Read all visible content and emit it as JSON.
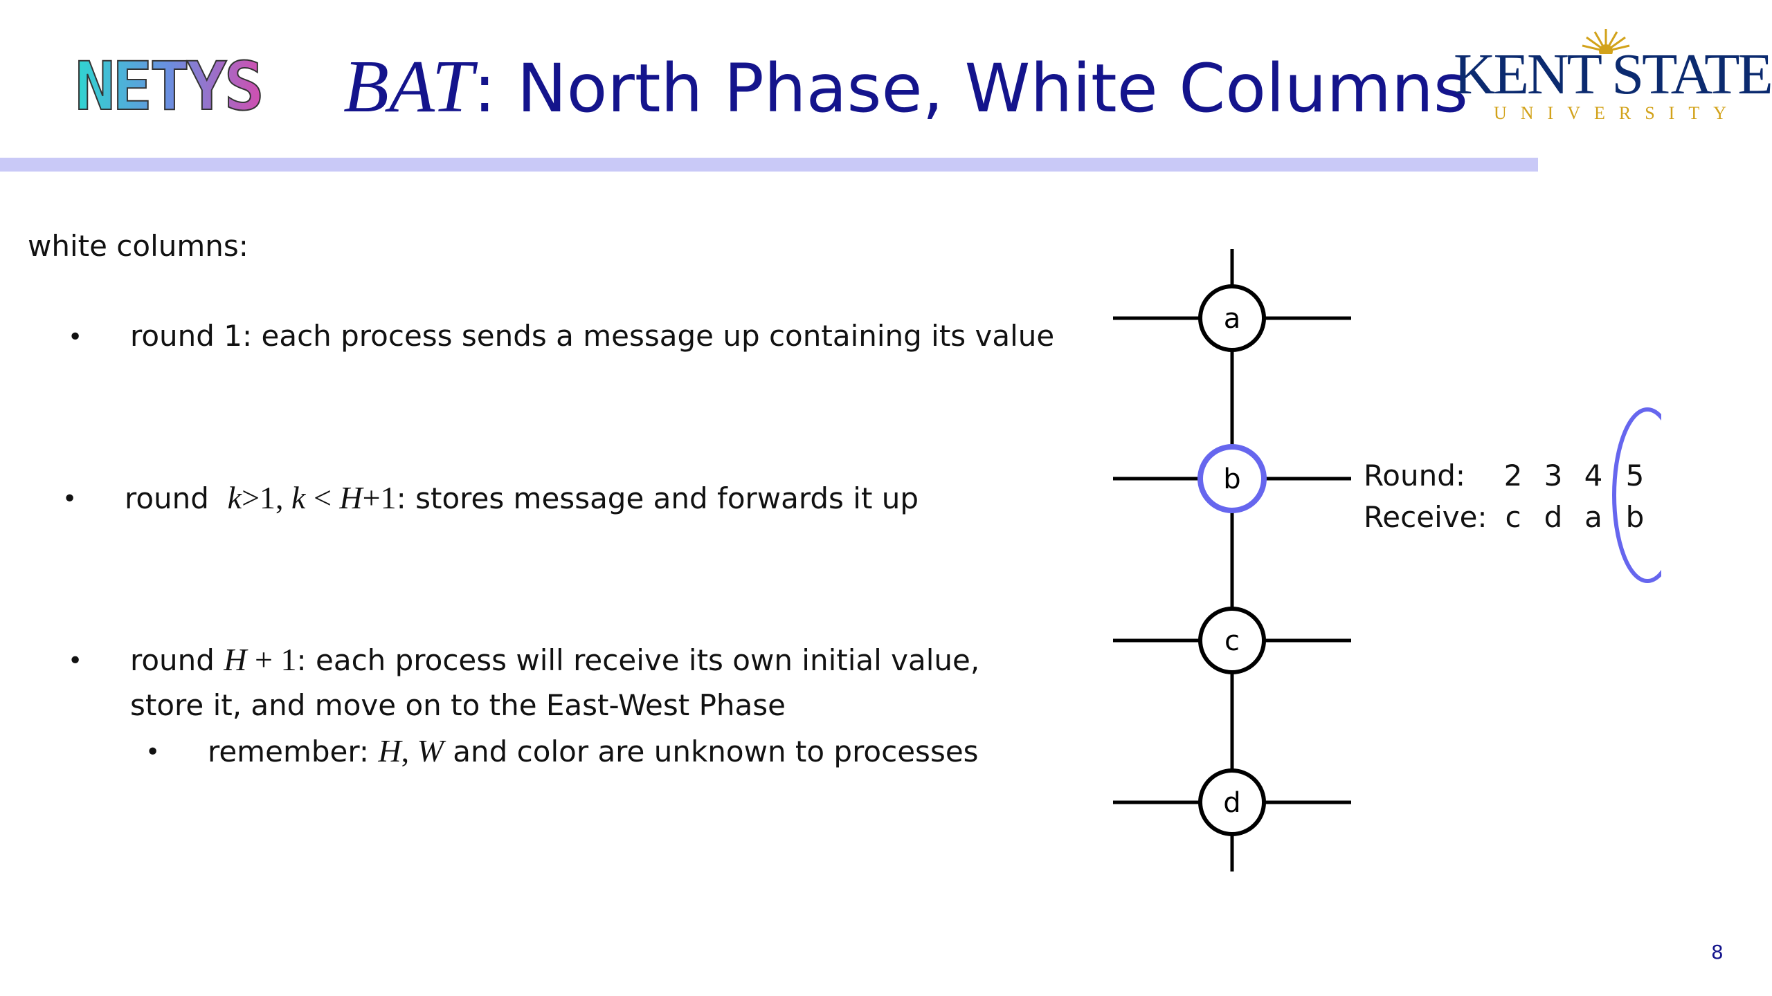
{
  "header": {
    "logo_text": "NETYS",
    "title_italic": "BAT",
    "title_rest": ": North Phase, White Columns",
    "university_main": "KENT STATE",
    "university_sub": "UNIVERSITY"
  },
  "content": {
    "heading": "white columns:",
    "bullets": [
      {
        "marker": "•",
        "text": "round 1: each process sends a message up containing its value"
      },
      {
        "marker": "•",
        "prefix": "round",
        "math1": "k",
        "math2": ">1, ",
        "math3": "k",
        "math4": " < ",
        "math5": "H",
        "math6": "+1",
        "suffix": ": stores message and forwards it up"
      },
      {
        "marker": "•",
        "prefix": "round ",
        "math1": "H",
        "math2": " + 1",
        "line1_suffix": ": each process will receive its own initial value,",
        "line2": "store it,  and move on to the East-West Phase"
      },
      {
        "marker": "•",
        "prefix": "remember: ",
        "math1": "H",
        "math2": ", ",
        "math3": "W",
        "suffix": "  and color are unknown to processes"
      }
    ]
  },
  "diagram": {
    "nodes": [
      "a",
      "b",
      "c",
      "d"
    ],
    "highlighted_node": "b",
    "table": {
      "round_label": "Round:",
      "receive_label": "Receive:",
      "rounds": [
        "2",
        "3",
        "4",
        "5"
      ],
      "received": [
        "c",
        "d",
        "a",
        "b"
      ],
      "highlighted_round": "5"
    }
  },
  "footer": {
    "page_number": "8"
  },
  "colors": {
    "title": "#14148c",
    "rule": "#c9c9f7",
    "highlight": "#6666ee",
    "kent_blue": "#0b2a6f",
    "kent_gold": "#d2a21a"
  }
}
